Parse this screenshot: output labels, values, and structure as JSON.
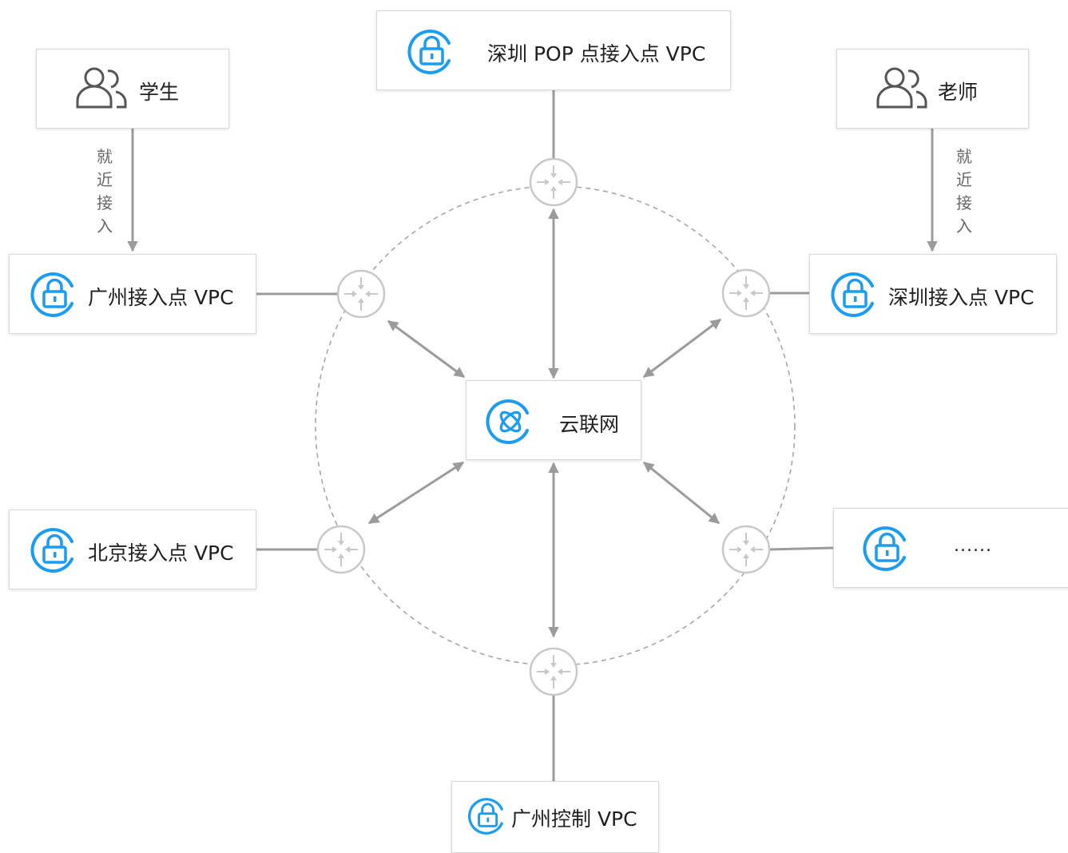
{
  "top_pop": {
    "label": "深圳 POP 点接入点 VPC"
  },
  "student": {
    "label": "学生",
    "access_note": "就近接入"
  },
  "teacher": {
    "label": "老师",
    "access_note": "就近接入"
  },
  "guangzhou_access": {
    "label": "广州接入点 VPC"
  },
  "shenzhen_access": {
    "label": "深圳接入点 VPC"
  },
  "ccn": {
    "label": "云联网"
  },
  "beijing_access": {
    "label": "北京接入点 VPC"
  },
  "more": {
    "label": "......"
  },
  "guangzhou_control": {
    "label": "广州控制 VPC"
  },
  "colors": {
    "accent": "#1a9cf0",
    "connector": "#9b9b9b",
    "router": "#c8c8c8",
    "ring": "#a6a6a6",
    "user_icon": "#555555"
  }
}
